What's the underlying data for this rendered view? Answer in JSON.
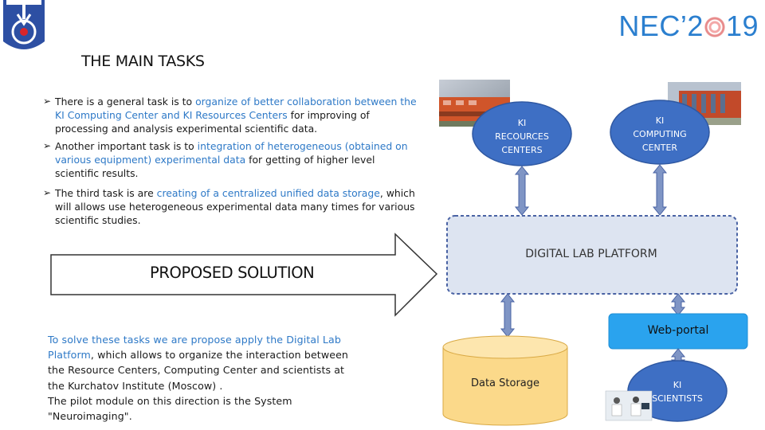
{
  "header": {
    "title": "THE MAIN TASKS",
    "conference": {
      "pre": "NEC’2",
      "post": "19"
    }
  },
  "bullets": [
    {
      "parts": [
        {
          "text": "There is a general  task is to ",
          "hl": false
        },
        {
          "text": "organize of better collaboration between the KI Computing Center and KI Resources Centers",
          "hl": true
        },
        {
          "text": " for improving of processing and analysis experimental scientific data.",
          "hl": false
        }
      ]
    },
    {
      "parts": [
        {
          "text": "Another important task is to ",
          "hl": false
        },
        {
          "text": "integration of heterogeneous (obtained on various equipment) experimental data",
          "hl": true
        },
        {
          "text": " for getting  of higher level scientific results.",
          "hl": false
        }
      ]
    },
    {
      "parts": [
        {
          "text": "The third task is are ",
          "hl": false
        },
        {
          "text": "creating of a centralized unified data storage",
          "hl": true
        },
        {
          "text": ", which will allows use heterogeneous  experimental data many times for various scientific studies.",
          "hl": false
        }
      ]
    }
  ],
  "solution": {
    "label": "PROPOSED SOLUTION",
    "intro_highlight": "To solve these tasks we are propose apply the Digital Lab Platform",
    "intro_rest": ", which allows to organize the interaction between the Resource Centers,  Computing Center and scientists at the Kurchatov Institute (Moscow) .",
    "pilot": "The pilot module on this direction is the System \"Neuroimaging\"."
  },
  "diagram": {
    "resources": [
      "KI",
      "RECOURCES",
      "CENTERS"
    ],
    "computing": [
      "KI",
      "COMPUTING",
      "CENTER"
    ],
    "platform": "DIGITAL LAB PLATFORM",
    "portal": "Web-portal",
    "storage": "Data Storage",
    "scientists": [
      "KI",
      "SCIENTISTS"
    ]
  },
  "colors": {
    "node_blue": "#3e6fc4",
    "portal_blue": "#2aa3ee",
    "platform_fill": "#dde4f1",
    "storage_fill": "#fbd98a",
    "highlight": "#2e79c7"
  }
}
